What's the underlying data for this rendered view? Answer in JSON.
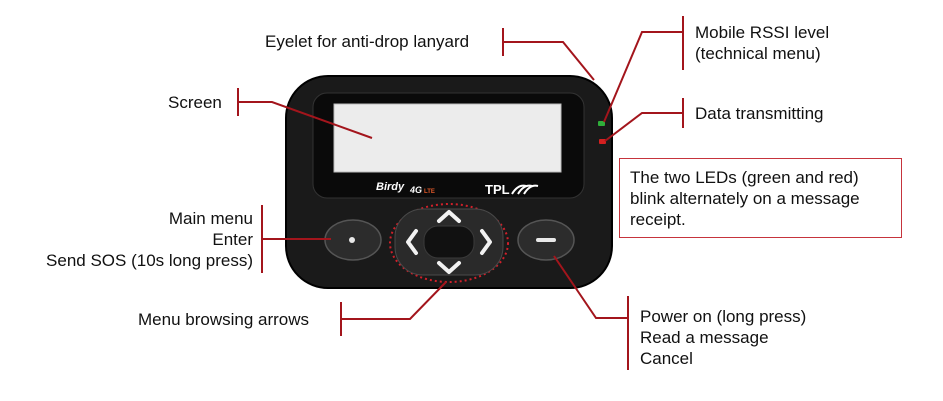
{
  "labels": {
    "eyelet": "Eyelet for anti-drop lanyard",
    "screen": "Screen",
    "main_menu_lines": [
      "Main menu",
      "Enter",
      "Send SOS (10s long press)"
    ],
    "arrows": "Menu browsing arrows",
    "rssi_lines": [
      "Mobile RSSI level",
      "(technical menu)"
    ],
    "data_tx": "Data transmitting",
    "power_lines": [
      "Power on (long press)",
      "Read a message",
      "Cancel"
    ]
  },
  "note": "The two LEDs (green and red) blink alternately on a message receipt.",
  "device": {
    "brand_model": "Birdy",
    "brand_network": "4G",
    "brand_lte": "LTE",
    "maker": "TPL"
  },
  "colors": {
    "leader": "#a3151c",
    "body": "#1a1a1a",
    "led_green": "#2fae3a",
    "led_red": "#d42020",
    "arrows_ring": "#d0202a"
  }
}
